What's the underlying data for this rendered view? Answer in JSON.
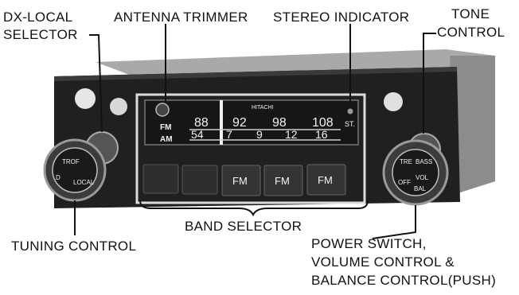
{
  "labels": {
    "dx_local_1": "DX-LOCAL",
    "dx_local_2": "SELECTOR",
    "antenna_trimmer": "ANTENNA TRIMMER",
    "stereo_indicator": "STEREO INDICATOR",
    "tone_1": "TONE",
    "tone_2": "CONTROL",
    "band_selector": "BAND SELECTOR",
    "tuning_control": "TUNING CONTROL",
    "power_1": "POWER SWITCH,",
    "power_2": "VOLUME CONTROL &",
    "power_3": "BALANCE CONTROL(PUSH)"
  },
  "radio": {
    "brand": "HITACHI",
    "fm_label": "FM",
    "am_label": "AM",
    "st_label": "ST.",
    "fm_scale": [
      "88",
      "92",
      "98",
      "108"
    ],
    "am_scale": [
      "54",
      "7",
      "9",
      "12",
      "16"
    ],
    "band_buttons": [
      "FM",
      "FM",
      "FM"
    ],
    "left_knob_text": [
      "TROF",
      "D",
      "LOCAL"
    ],
    "right_knob_text": [
      "TRE",
      "BASS",
      "OFF",
      "VOL",
      "BAL"
    ]
  }
}
